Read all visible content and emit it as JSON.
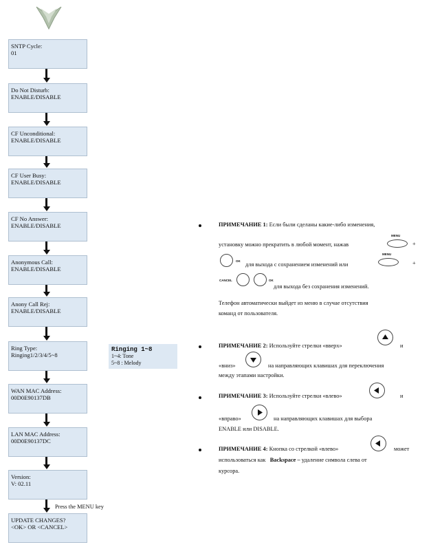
{
  "flow": {
    "steps": [
      {
        "title": "SNTP Cycle:",
        "value": "01"
      },
      {
        "title": "Do Not Disturb:",
        "value": "ENABLE/DISABLE"
      },
      {
        "title": "CF Unconditional:",
        "value": "ENABLE/DISABLE"
      },
      {
        "title": "CF User Busy:",
        "value": "ENABLE/DISABLE"
      },
      {
        "title": "CF No Answer:",
        "value": "ENABLE/DISABLE"
      },
      {
        "title": "Anonymous Call:",
        "value": "ENABLE/DISABLE"
      },
      {
        "title": "Anony Call Rej:",
        "value": "ENABLE/DISABLE"
      },
      {
        "title": "Ring Type:",
        "value": "Ringing1/2/3/4/5~8"
      },
      {
        "title": "WAN MAC Address:",
        "value": "00D0E90137DB"
      },
      {
        "title": "LAN MAC Address:",
        "value": "00D0E90137DC"
      },
      {
        "title": "Version:",
        "value": "V: 02.11"
      },
      {
        "title": "UPDATE CHANGES?",
        "value": "<OK> OR <CANCEL>"
      }
    ],
    "press_menu": "Press the MENU key"
  },
  "ringing_box": {
    "title": "Ringing 1~8",
    "line1": "1~4: Tone",
    "line2": "5~8 : Melody"
  },
  "notes": {
    "n1": {
      "heading": "ПРИМЕЧАНИЕ 1:",
      "text_a": "Если были сделаны какие-либо изменения,",
      "text_b": "установку можно прекратить в любой момент, нажав",
      "text_c": "для выхода с сохранением изменений или",
      "text_d": "для выхода без сохранения изменений.",
      "text_e": "Телефон автоматически выйдет из меню в случае отсутствия",
      "text_f": "команд от пользователя.",
      "plus": "+"
    },
    "n2": {
      "heading": "ПРИМЕЧАНИЕ 2:",
      "text_a": "Используйте стрелки «вверх»",
      "text_and": "и",
      "text_b": "«вниз»",
      "text_c": "на направляющих клавишах для переключения",
      "text_d": "между этапами настройки."
    },
    "n3": {
      "heading": "ПРИМЕЧАНИЕ 3:",
      "text_a": "Используйте стрелки «влево»",
      "text_and": "и",
      "text_b": "«вправо»",
      "text_c": "на направляющих клавишах для выбора",
      "text_d": "ENABLE или DISABLE."
    },
    "n4": {
      "heading": "ПРИМЕЧАНИЕ 4:",
      "text_a": "Кнопка со стрелкой «влево»",
      "text_b": "может",
      "text_c": "использоваться как",
      "text_bold": "Backspace –",
      "text_d": "удаление символа слева от",
      "text_e": "курсора."
    },
    "key_labels": {
      "menu": "MENU",
      "ok": "OK",
      "cancel": "CANCEL"
    }
  },
  "icons": {
    "top_icon": "double-chevron-down-icon",
    "up_key": "up-arrow-icon",
    "down_key": "down-arrow-icon",
    "left_key": "left-arrow-icon",
    "right_key": "right-arrow-icon"
  },
  "colors": {
    "box_fill": "#dde8f3",
    "chevron": "#a9b8a3"
  }
}
